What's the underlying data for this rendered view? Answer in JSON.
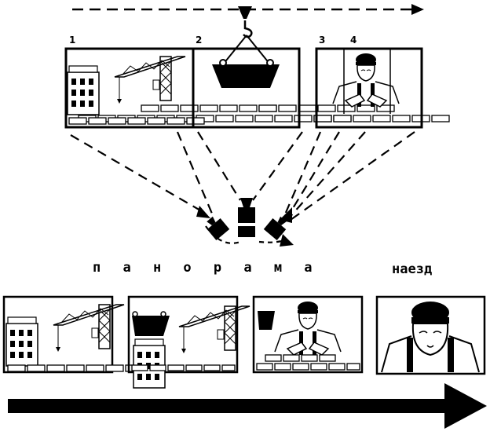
{
  "labels": {
    "frame1": "1",
    "frame2": "2",
    "frame3": "3",
    "frame4": "4",
    "pan": "п а н о р а м а",
    "zoom": "наезд"
  },
  "colors": {
    "ink": "#000000",
    "paper": "#ffffff"
  }
}
